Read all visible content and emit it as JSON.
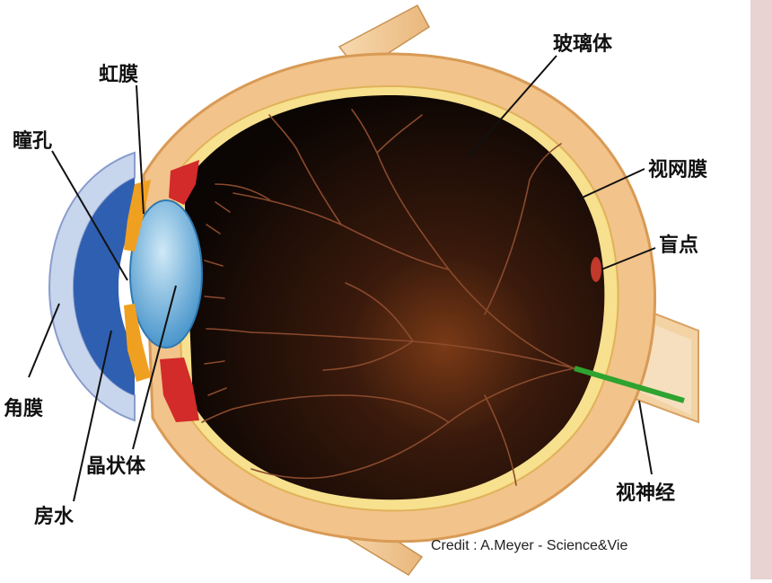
{
  "labels": {
    "iris": "虹膜",
    "pupil": "瞳孔",
    "cornea": "角膜",
    "lens": "晶状体",
    "aqueous_humor": "房水",
    "vitreous_body": "玻璃体",
    "retina": "视网膜",
    "blind_spot": "盲点",
    "optic_nerve": "视神经"
  },
  "credit": "Credit : A.Meyer - Science&Vie",
  "colors": {
    "sclera": "#f2c38a",
    "sclera_edge": "#d89a55",
    "interior": "#1a0c06",
    "vessel": "#8a4a2c",
    "cornea": "#c7d6ec",
    "iris_blue": "#2f5fb0",
    "lens": "#6fb6dc",
    "ciliary_red": "#d32a2a",
    "iris_orange": "#f0a020",
    "optic_nerve": "#2fa32f",
    "side_strip": "#e8d2d2"
  }
}
